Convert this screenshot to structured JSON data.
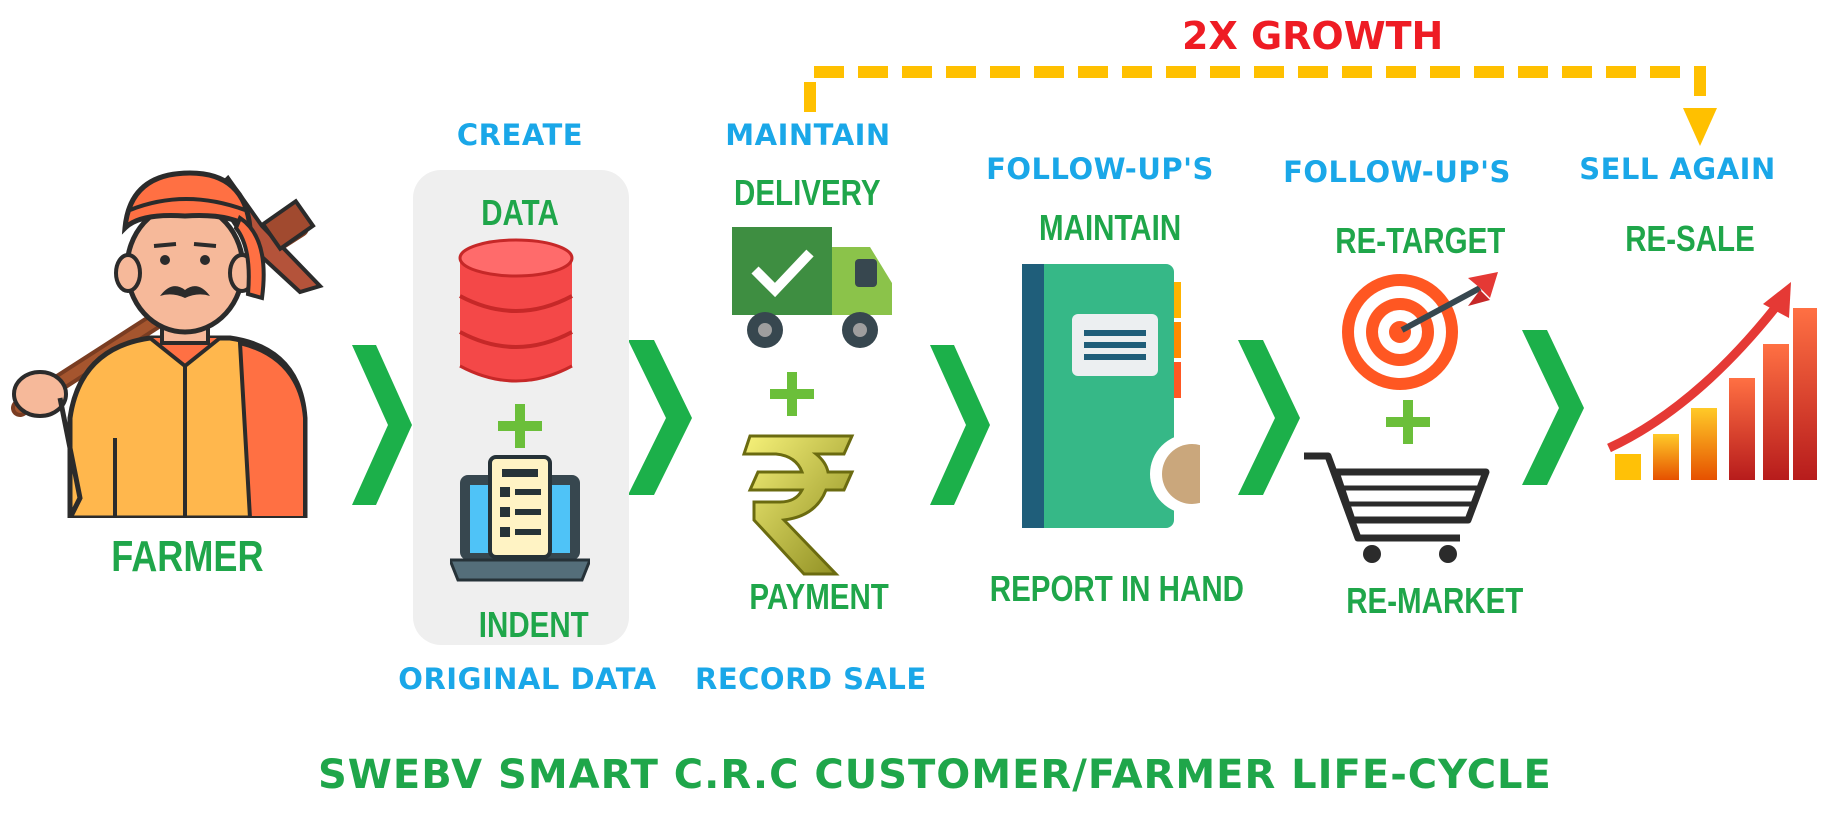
{
  "growth_label": "2X GROWTH",
  "stages": {
    "farmer": {
      "label": "FARMER"
    },
    "create": {
      "top": "CREATE",
      "item1": "DATA",
      "item2": "INDENT",
      "bottom": "ORIGINAL DATA"
    },
    "maintain": {
      "top": "MAINTAIN",
      "item1": "DELIVERY",
      "item2": "PAYMENT",
      "bottom": "RECORD SALE"
    },
    "followup1": {
      "top": "FOLLOW-UP'S",
      "item1": "MAINTAIN",
      "item2": "REPORT IN HAND"
    },
    "followup2": {
      "top": "FOLLOW-UP'S",
      "item1": "RE-TARGET",
      "item2": "RE-MARKET"
    },
    "sell": {
      "top": "SELL AGAIN",
      "item1": "RE-SALE"
    }
  },
  "footer_title": "SWEBV SMART C.R.C CUSTOMER/FARMER LIFE-CYCLE",
  "icons": [
    "farmer-icon",
    "database-icon",
    "laptop-indent-icon",
    "delivery-truck-icon",
    "rupee-icon",
    "notebook-icon",
    "target-icon",
    "shopping-cart-icon",
    "growth-chart-icon"
  ],
  "colors": {
    "green": "#1fa64a",
    "blue": "#1aa7e8",
    "red": "#ee1c24",
    "dashed": "#ffc000"
  }
}
